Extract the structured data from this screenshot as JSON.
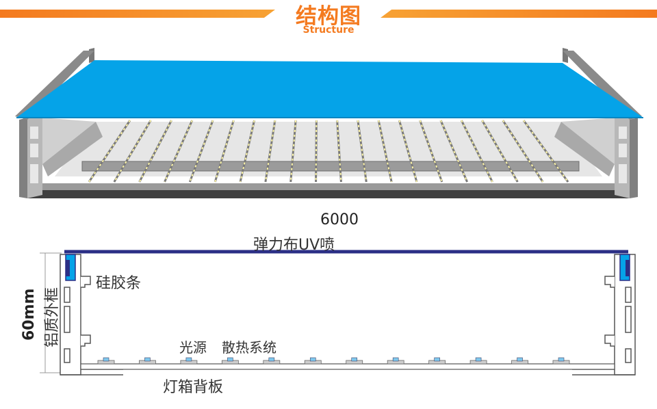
{
  "header": {
    "title_cn": "结构图",
    "title_en": "Structure",
    "accent_color": "#f47a1f"
  },
  "diagram": {
    "top_view": {
      "fabric_color": "#05a3e8",
      "led_strip_count": 20
    },
    "section_view": {
      "width_dimension": "6000",
      "height_dimension": "60mm",
      "labels": {
        "fabric": "弹力布UV喷",
        "silicone_strip": "硅胶条",
        "frame": "铝质外框",
        "light_source": "光源",
        "heat_sink": "散热系统",
        "back_panel": "灯箱背板"
      },
      "led_count": 12,
      "fabric_line_color": "#2b2f86"
    }
  }
}
